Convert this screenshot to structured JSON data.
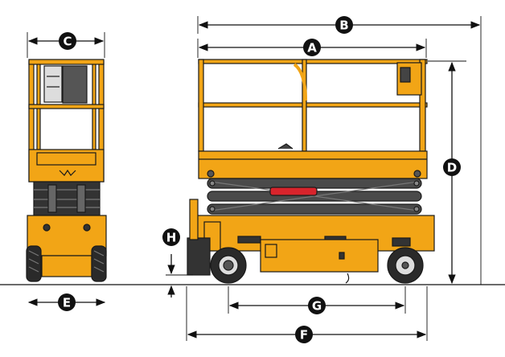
{
  "colors": {
    "body": "#F2A516",
    "body_dark": "#C98408",
    "outline": "#1a1a1a",
    "scissor": "#4a4a4a",
    "accent_red": "#D8242C",
    "marker_bg": "#111111",
    "marker_text": "#ffffff"
  },
  "dimensions": [
    {
      "id": "A",
      "label": "A"
    },
    {
      "id": "B",
      "label": "B"
    },
    {
      "id": "C",
      "label": "C"
    },
    {
      "id": "D",
      "label": "D"
    },
    {
      "id": "E",
      "label": "E"
    },
    {
      "id": "F",
      "label": "F"
    },
    {
      "id": "G",
      "label": "G"
    },
    {
      "id": "H",
      "label": "H"
    }
  ]
}
